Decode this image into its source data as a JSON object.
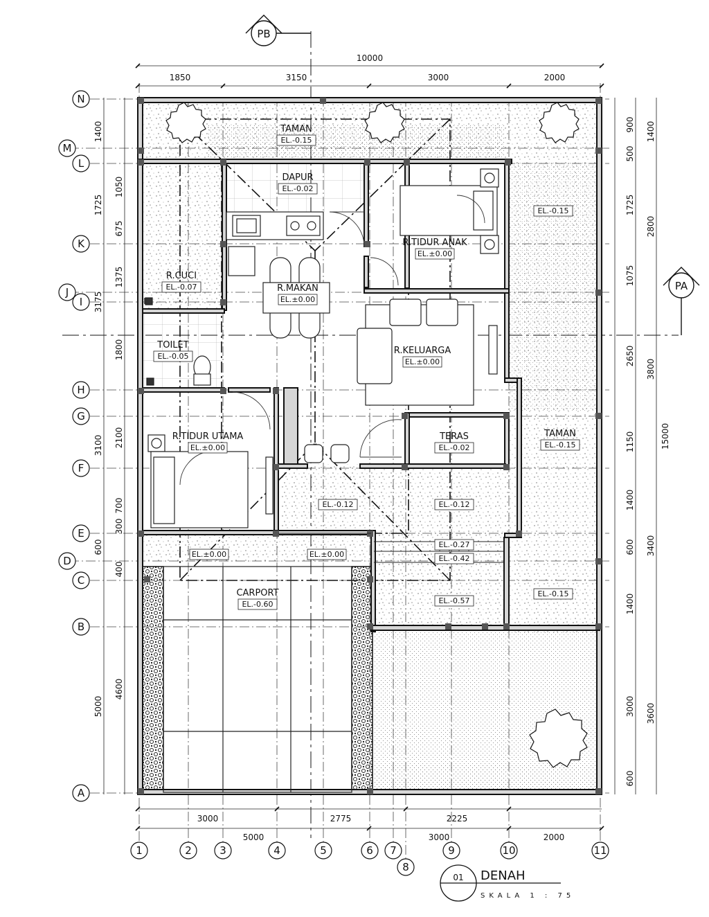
{
  "title": {
    "number": "01",
    "name": "DENAH",
    "scale": "SKALA 1 : 75"
  },
  "sections": [
    "PB",
    "PA"
  ],
  "grid_rows": [
    "N",
    "M",
    "L",
    "K",
    "J",
    "I",
    "H",
    "G",
    "F",
    "E",
    "D",
    "C",
    "B",
    "A"
  ],
  "grid_cols": [
    "1",
    "2",
    "3",
    "4",
    "5",
    "6",
    "7",
    "8",
    "9",
    "10",
    "11"
  ],
  "dims_top": {
    "total": "10000",
    "segments": [
      "1850",
      "3150",
      "3000",
      "2000"
    ]
  },
  "dims_bottom": {
    "row1": [
      "3000",
      "2775",
      "2225"
    ],
    "row2": [
      "5000",
      "3000",
      "2000"
    ]
  },
  "dims_left": {
    "outer": [
      "1400",
      "1725",
      "3175",
      "3100",
      "600",
      "5000"
    ],
    "inner": [
      "1050",
      "675",
      "1375",
      "1800",
      "2100",
      "700",
      "300",
      "400",
      "4600"
    ]
  },
  "dims_right": {
    "outer": [
      "1400",
      "2800",
      "3800",
      "3400",
      "3600"
    ],
    "inner": [
      "900",
      "500",
      "1725",
      "1075",
      "2650",
      "1150",
      "1400",
      "600",
      "1400",
      "3000",
      "600"
    ],
    "total": "15000"
  },
  "rooms": [
    {
      "name": "TAMAN",
      "el": "EL.-0.15"
    },
    {
      "name": "DAPUR",
      "el": "EL.-0.02"
    },
    {
      "name": "R.TIDUR ANAK",
      "el": "EL.±0.00"
    },
    {
      "name": "R.CUCI",
      "el": "EL.-0.07"
    },
    {
      "name": "R.MAKAN",
      "el": "EL.±0.00"
    },
    {
      "name": "R.KELUARGA",
      "el": "EL.±0.00"
    },
    {
      "name": "TOILET",
      "el": "EL.-0.05"
    },
    {
      "name": "R.TIDUR UTAMA",
      "el": "EL.±0.00"
    },
    {
      "name": "TERAS",
      "el": "EL.-0.02"
    },
    {
      "name": "TAMAN",
      "el": "EL.-0.15"
    },
    {
      "name": "CARPORT",
      "el": "EL.-0.60"
    }
  ],
  "levels": [
    "EL.-0.15",
    "EL.-0.12",
    "EL.-0.12",
    "EL.±0.00",
    "EL.±0.00",
    "EL.-0.27",
    "EL.-0.42",
    "EL.-0.57",
    "EL.-0.15"
  ]
}
